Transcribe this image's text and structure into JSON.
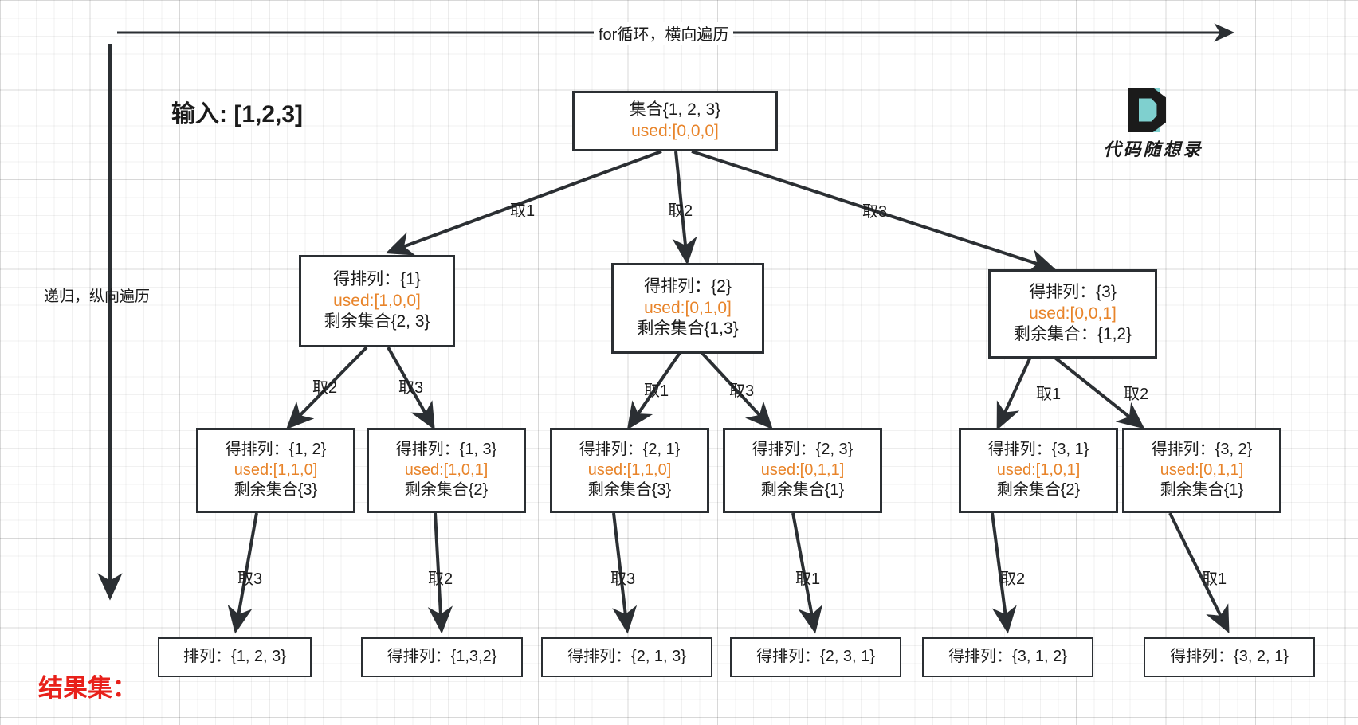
{
  "meta": {
    "input_label": "输入: [1,2,3]",
    "vertical_axis_label": "递归，纵向遍历",
    "horizontal_axis_label": "for循环，横向遍历",
    "result_set_label": "结果集：",
    "accent_used_color": "#e8842a",
    "result_label_color": "#e8201a",
    "border_color": "#2b2f33"
  },
  "logo": {
    "caption": "代码随想录",
    "mark": "D-logo-icon"
  },
  "root": {
    "line1": "集合{1, 2, 3}",
    "line2": "used:[0,0,0]"
  },
  "level1": [
    {
      "line1": "得排列：{1}",
      "line2": "used:[1,0,0]",
      "line3": "剩余集合{2, 3}",
      "edge": "取1"
    },
    {
      "line1": "得排列：{2}",
      "line2": "used:[0,1,0]",
      "line3": "剩余集合{1,3}",
      "edge": "取2"
    },
    {
      "line1": "得排列：{3}",
      "line2": "used:[0,0,1]",
      "line3": "剩余集合：{1,2}",
      "edge": "取3"
    }
  ],
  "level2": [
    {
      "line1": "得排列：{1, 2}",
      "line2": "used:[1,1,0]",
      "line3": "剩余集合{3}",
      "edge": "取2"
    },
    {
      "line1": "得排列：{1, 3}",
      "line2": "used:[1,0,1]",
      "line3": "剩余集合{2}",
      "edge": "取3"
    },
    {
      "line1": "得排列：{2, 1}",
      "line2": "used:[1,1,0]",
      "line3": "剩余集合{3}",
      "edge": "取1"
    },
    {
      "line1": "得排列：{2, 3}",
      "line2": "used:[0,1,1]",
      "line3": "剩余集合{1}",
      "edge": "取3"
    },
    {
      "line1": "得排列：{3, 1}",
      "line2": "used:[1,0,1]",
      "line3": "剩余集合{2}",
      "edge": "取1"
    },
    {
      "line1": "得排列：{3, 2}",
      "line2": "used:[0,1,1]",
      "line3": "剩余集合{1}",
      "edge": "取2"
    }
  ],
  "leaves": [
    {
      "label": "排列：{1, 2, 3}",
      "edge": "取3"
    },
    {
      "label": "得排列：{1,3,2}",
      "edge": "取2"
    },
    {
      "label": "得排列：{2, 1, 3}",
      "edge": "取3"
    },
    {
      "label": "得排列：{2, 3, 1}",
      "edge": "取1"
    },
    {
      "label": "得排列：{3, 1, 2}",
      "edge": "取2"
    },
    {
      "label": "得排列：{3, 2, 1}",
      "edge": "取1"
    }
  ]
}
